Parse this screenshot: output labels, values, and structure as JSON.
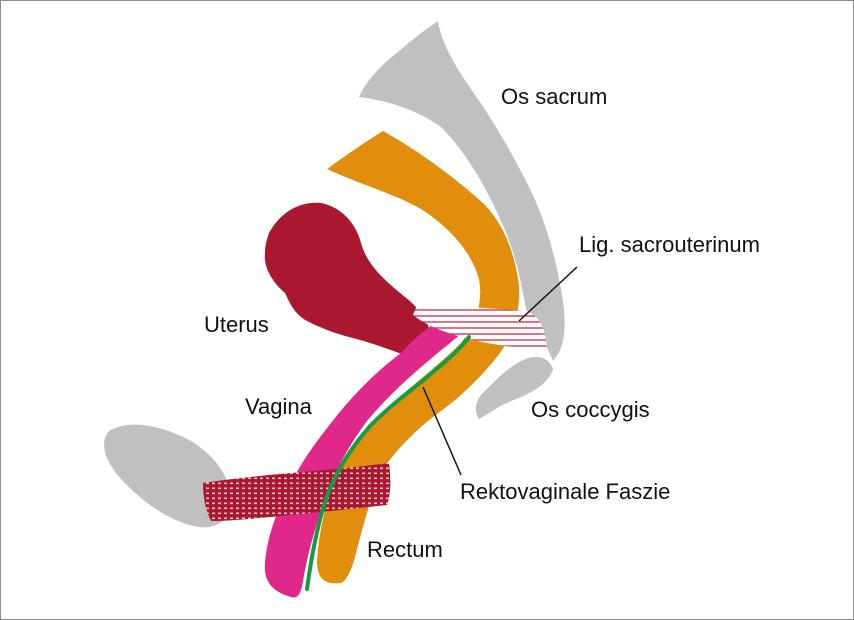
{
  "labels": {
    "os_sacrum": "Os sacrum",
    "lig_sacrouterinum": "Lig. sacrouterinum",
    "uterus": "Uterus",
    "vagina": "Vagina",
    "os_coccygis": "Os coccygis",
    "rektovaginale_faszie": "Rektovaginale Faszie",
    "rectum": "Rectum"
  },
  "colors": {
    "bone": "#c0c0c0",
    "rectum": "#e08e0b",
    "uterus": "#a9182f",
    "vagina": "#e0288a",
    "fascia": "#169b45",
    "ligament": "#c8283c",
    "perineal_body": "#a9182f",
    "label": "#111111",
    "leader_line": "#111111",
    "border": "#8c8c8c"
  }
}
